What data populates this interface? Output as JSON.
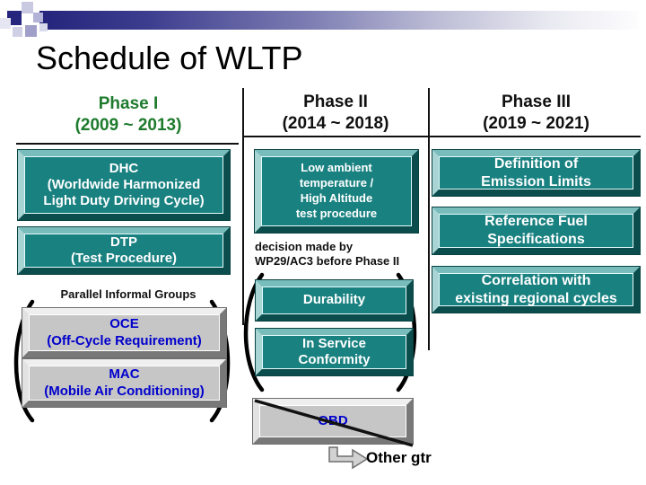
{
  "title": "Schedule of WLTP",
  "phase1": {
    "header": "Phase I",
    "years": "(2009 ~ 2013)",
    "dhc": {
      "l1": "DHC",
      "l2": "(Worldwide Harmonized",
      "l3": "Light Duty Driving Cycle)"
    },
    "dtp": {
      "l1": "DTP",
      "l2": "(Test Procedure)"
    },
    "parallel": "Parallel Informal Groups",
    "oce": {
      "l1": "OCE",
      "l2": "(Off-Cycle Requirement)"
    },
    "mac": {
      "l1": "MAC",
      "l2": "(Mobile Air Conditioning)"
    }
  },
  "phase2": {
    "header": "Phase II",
    "years": "(2014 ~ 2018)",
    "low_ambient": {
      "l1": "Low ambient",
      "l2": "temperature /",
      "l3": "High Altitude",
      "l4": "test procedure"
    },
    "decision": {
      "l1": "decision made by",
      "l2": "WP29/AC3 before Phase II"
    },
    "durability": "Durability",
    "in_service": {
      "l1": "In Service",
      "l2": "Conformity"
    },
    "obd": "OBD",
    "other_gtr": "Other gtr"
  },
  "phase3": {
    "header": "Phase III",
    "years": "(2019 ~ 2021)",
    "emission": {
      "l1": "Definition of",
      "l2": "Emission Limits"
    },
    "fuel": {
      "l1": "Reference Fuel",
      "l2": "Specifications"
    },
    "correlation": {
      "l1": "Correlation with",
      "l2": "existing regional cycles"
    }
  },
  "colors": {
    "teal_box": "#1a8181",
    "gray_box": "#c6c6c6",
    "blue_box_text": "#0000cc",
    "green_header": "#1e7b2d",
    "accent_navy": "#26267e"
  }
}
